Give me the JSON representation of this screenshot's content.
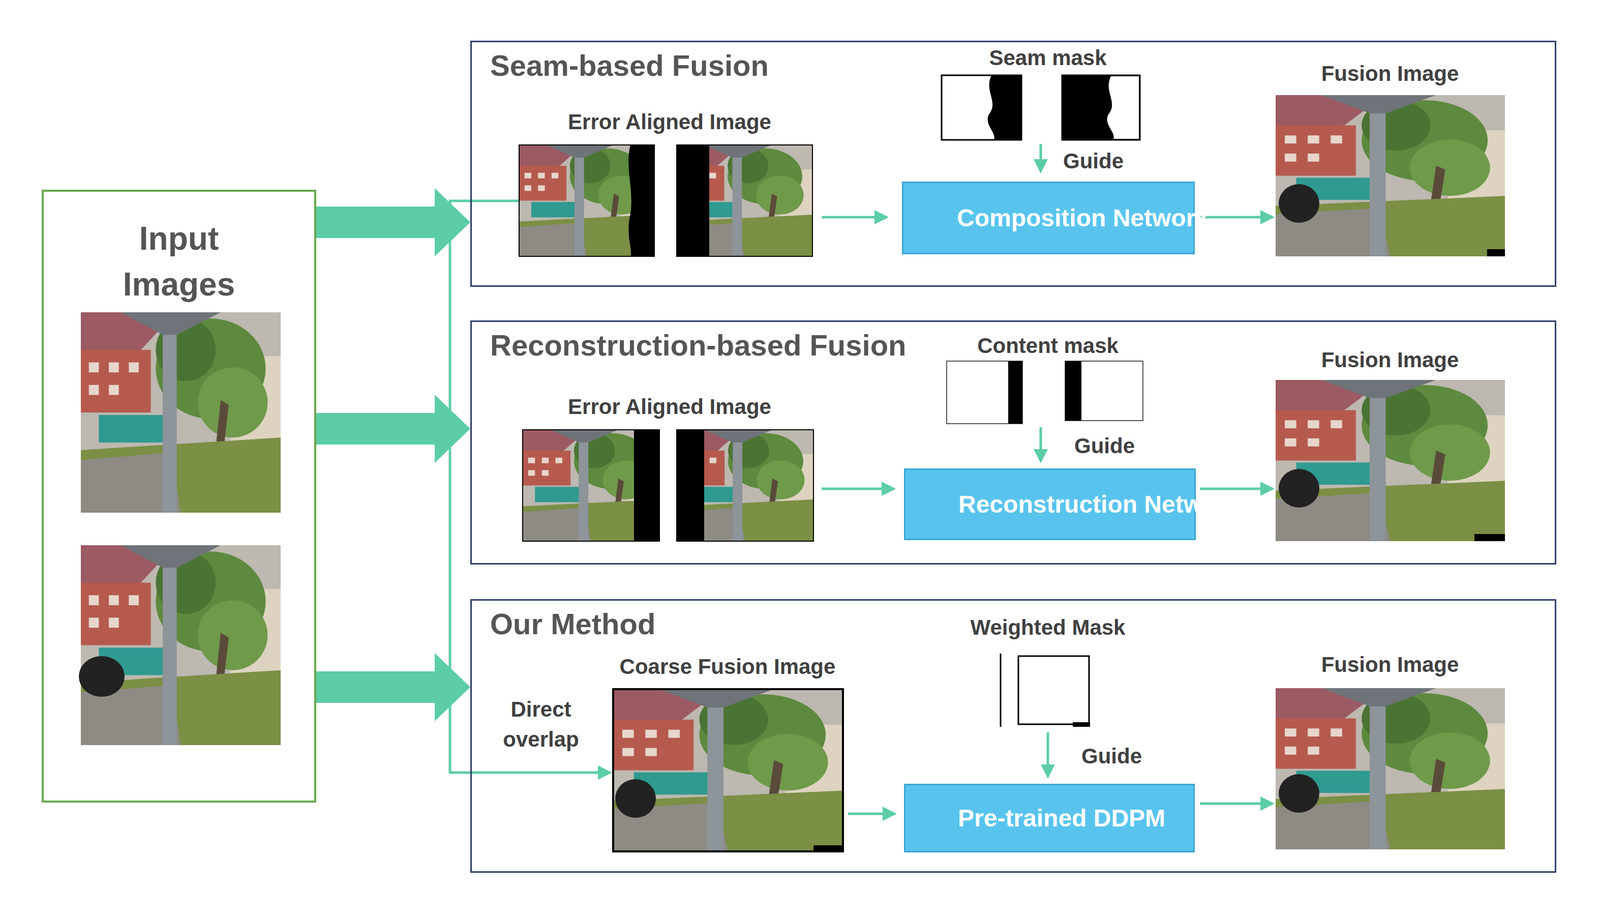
{
  "diagram": {
    "nodes": [
      {
        "text": [
          "Input Images"
        ]
      },
      {
        "text": [
          "Seam-based Fusion"
        ]
      },
      {
        "text": [
          "Composition Network"
        ],
        "in": 1
      },
      {
        "text": [
          "Reconstruction-based Fusion"
        ]
      },
      {
        "text": [
          "Reconstruction Network"
        ],
        "in": 3
      },
      {
        "text": [
          "Our Method"
        ]
      },
      {
        "text": [
          "Pre-trained DDPM"
        ],
        "in": 5
      }
    ],
    "edges": [
      {
        "from": 0,
        "to": 1,
        "arrow": "to"
      },
      {
        "from": 0,
        "to": 3,
        "arrow": "to"
      },
      {
        "from": 0,
        "to": 5,
        "arrow": "to"
      }
    ],
    "labels": [
      "Seam mask",
      "Error Aligned Image",
      "Guide",
      "Fusion Image",
      "Content mask",
      "Error Aligned Image",
      "Guide",
      "Fusion Image",
      "Weighted Mask",
      "Coarse Fusion Image",
      "Direct overlap",
      "Guide",
      "Fusion Image"
    ]
  }
}
